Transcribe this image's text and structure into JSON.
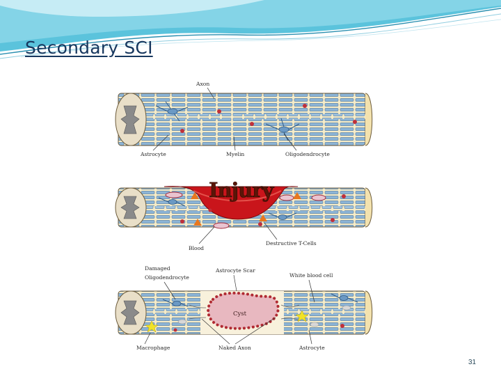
{
  "slide": {
    "title": "Secondary SCI",
    "page_number": "31",
    "accent_color": "#2a9ab8"
  },
  "diagram": {
    "panel1": {
      "labels": {
        "axon": "Axon",
        "astrocyte": "Astrocyte",
        "myelin": "Myelin",
        "oligodendrocyte": "Oligodendrocyte"
      }
    },
    "panel2": {
      "injury": "Injury",
      "labels": {
        "blood": "Blood",
        "t_cells": "Destructive T-Cells"
      }
    },
    "panel3": {
      "cyst": "Cyst",
      "labels": {
        "damaged_line1": "Damaged",
        "damaged_line2": "Oligodendrocyte",
        "astrocyte_scar": "Astrocyte Scar",
        "wbc": "White blood cell",
        "macrophage": "Macrophage",
        "naked_axon": "Naked Axon",
        "astrocyte": "Astrocyte"
      }
    }
  }
}
